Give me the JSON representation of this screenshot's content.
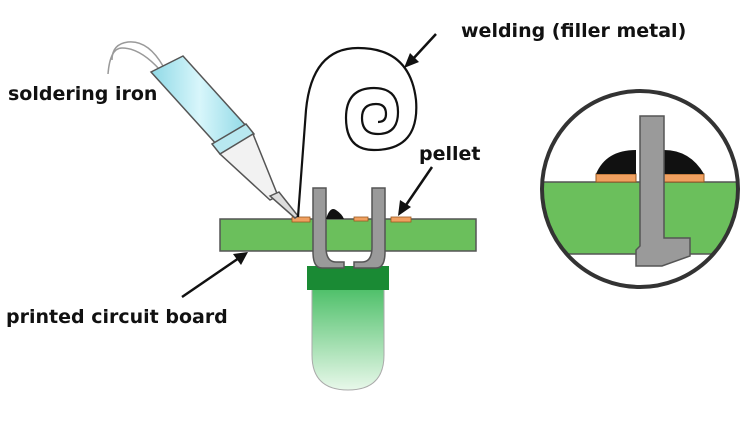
{
  "labels": {
    "soldering_iron": "soldering iron",
    "welding": "welding (filler metal)",
    "pellet": "pellet",
    "pcb": "printed circuit board"
  },
  "colors": {
    "pcb_green": "#6bbf5c",
    "iron_tip_blue": "#b8e8f0",
    "pellet_orange": "#f0a060",
    "pin_gray": "#9a9a9a",
    "led_base_green": "#1a8a34",
    "solder_black": "#111111",
    "background": "#ffffff"
  }
}
